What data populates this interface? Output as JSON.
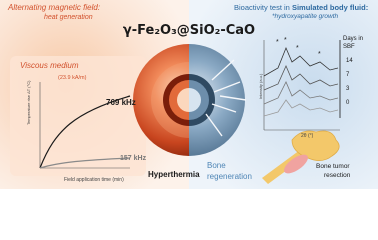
{
  "title": "γ-Fe₂O₃@SiO₂-CaO",
  "left": {
    "heading": "Alternating magnetic field:",
    "subheading": "heat generation",
    "medium": "Viscous medium",
    "field_amplitude": "(23.9 kA/m)"
  },
  "right": {
    "heading_prefix": "Bioactivity test in ",
    "heading_bold": "Simulated body fluid:",
    "heading_suffix": "",
    "subheading": "*hydroxyapatite growth"
  },
  "labels": {
    "hyperthermia": "Hyperthermia",
    "bone_line1": "Bone",
    "bone_line2": "regeneration",
    "tumor_line1": "Bone tumor",
    "tumor_line2": "resection"
  },
  "colors": {
    "heat_accent": "#d2522e",
    "bio_accent": "#2e6aa0"
  },
  "chart_data": [
    {
      "type": "line",
      "xlabel": "Field application time (min)",
      "ylabel": "Temperature rise ΔT (°C)",
      "xlim": [
        0,
        14
      ],
      "ylim": [
        0,
        30
      ],
      "series": [
        {
          "name": "769 kHz",
          "x": [
            0,
            2,
            4,
            6,
            8,
            10,
            12,
            14
          ],
          "values": [
            0,
            9,
            14,
            18,
            21,
            23,
            24.5,
            26
          ]
        },
        {
          "name": "157 kHz",
          "x": [
            0,
            2,
            4,
            6,
            8,
            10,
            12,
            14
          ],
          "values": [
            0,
            1.5,
            2.5,
            3,
            3.5,
            4,
            4.5,
            5
          ]
        }
      ]
    },
    {
      "type": "line",
      "xlabel": "2θ (°)",
      "ylabel": "Intensity (a.u.)",
      "xlim": [
        20,
        70
      ],
      "legend_line1": "Days in",
      "legend_line2": "SBF",
      "series": [
        {
          "name": "14"
        },
        {
          "name": "7"
        },
        {
          "name": "3"
        },
        {
          "name": "0"
        }
      ]
    }
  ]
}
